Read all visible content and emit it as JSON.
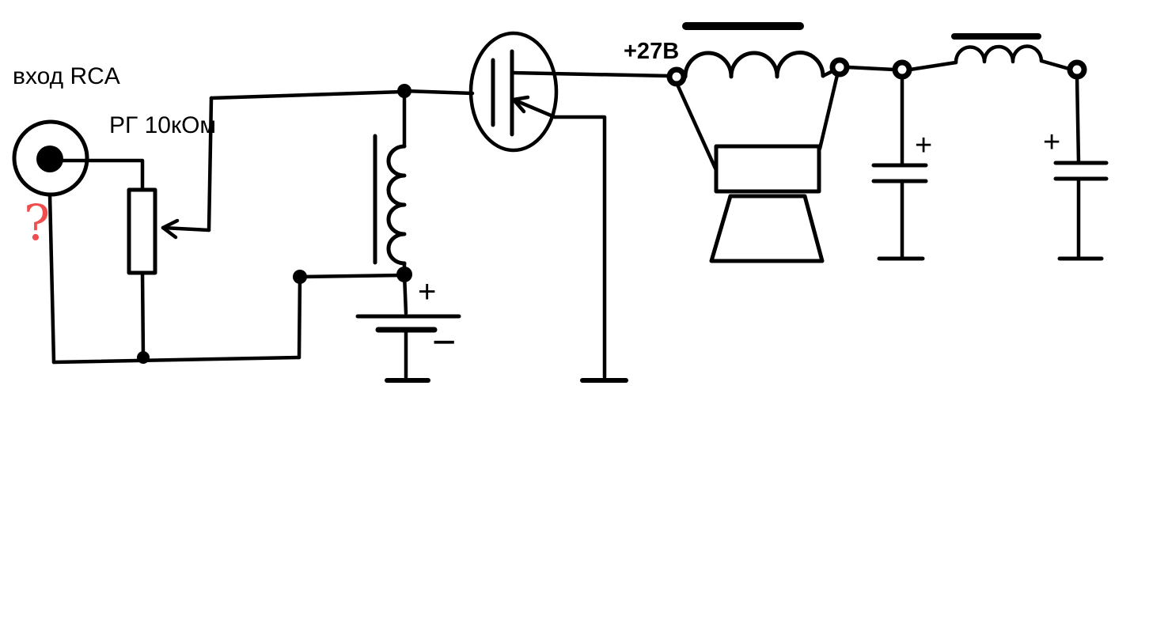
{
  "labels": {
    "input": "вход RCA",
    "pot": "РГ 10кОм",
    "supply": "+27В",
    "question": "?",
    "battery_plus": "+",
    "battery_minus": "−",
    "cap1_plus": "+",
    "cap2_plus": "+"
  },
  "colors": {
    "ink": "#000000",
    "annotation_red": "#f04e4e",
    "background": "#ffffff"
  },
  "symbols": [
    "rca-connector",
    "potentiometer",
    "choke-inductor",
    "battery",
    "transistor",
    "output-coil",
    "loudspeaker",
    "electrolytic-capacitor",
    "filter-inductor",
    "electrolytic-capacitor",
    "ground"
  ]
}
